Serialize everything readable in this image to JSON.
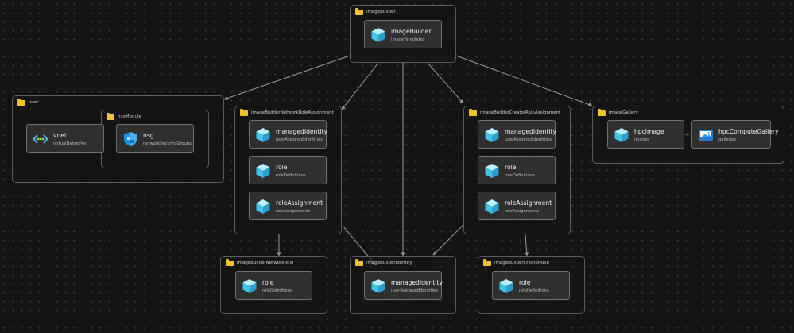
{
  "groups": [
    {
      "id": "imageBuilder",
      "label": "imageBuilder"
    },
    {
      "id": "vnet",
      "label": "vnet"
    },
    {
      "id": "nsgModule",
      "label": "nsgModule"
    },
    {
      "id": "imageBuilderNetworkRoleAssignment",
      "label": "imageBuilderNetworkRoleAssignment"
    },
    {
      "id": "imageBuilderCreatorRoleAssignment",
      "label": "imageBuilderCreatorRoleAssignment"
    },
    {
      "id": "imageGallery",
      "label": "imageGallery"
    },
    {
      "id": "imageBuilderNetworkRole",
      "label": "imageBuilderNetworkRole"
    },
    {
      "id": "imageBuilderIdentity",
      "label": "imageBuilderIdentity"
    },
    {
      "id": "imageBuilderCreatorRole",
      "label": "imageBuilderCreatorRole"
    }
  ],
  "nodes": [
    {
      "id": "n_ib",
      "group": "imageBuilder",
      "title": "imageBuilder",
      "subtitle": "imageTemplates",
      "icon": "cube-icon"
    },
    {
      "id": "n_vnet",
      "group": "vnet",
      "title": "vnet",
      "subtitle": "virtualNetworks",
      "icon": "vnet-icon"
    },
    {
      "id": "n_nsg",
      "group": "nsgModule",
      "title": "nsg",
      "subtitle": "networkSecurityGroups",
      "icon": "shield-icon"
    },
    {
      "id": "n_nra_mi",
      "group": "imageBuilderNetworkRoleAssignment",
      "title": "managedIdentity",
      "subtitle": "userAssignedIdentities",
      "icon": "cube-icon"
    },
    {
      "id": "n_nra_role",
      "group": "imageBuilderNetworkRoleAssignment",
      "title": "role",
      "subtitle": "roleDefinitions",
      "icon": "cube-icon"
    },
    {
      "id": "n_nra_ra",
      "group": "imageBuilderNetworkRoleAssignment",
      "title": "roleAssignment",
      "subtitle": "roleAssignments",
      "icon": "cube-icon"
    },
    {
      "id": "n_cra_mi",
      "group": "imageBuilderCreatorRoleAssignment",
      "title": "managedIdentity",
      "subtitle": "userAssignedIdentities",
      "icon": "cube-icon"
    },
    {
      "id": "n_cra_role",
      "group": "imageBuilderCreatorRoleAssignment",
      "title": "role",
      "subtitle": "roleDefinitions",
      "icon": "cube-icon"
    },
    {
      "id": "n_cra_ra",
      "group": "imageBuilderCreatorRoleAssignment",
      "title": "roleAssignment",
      "subtitle": "roleAssignments",
      "icon": "cube-icon"
    },
    {
      "id": "n_hpcimage",
      "group": "imageGallery",
      "title": "hpcImage",
      "subtitle": "images",
      "icon": "cube-icon"
    },
    {
      "id": "n_gallery",
      "group": "imageGallery",
      "title": "hpcComputeGallery",
      "subtitle": "galleries",
      "icon": "gallery-icon"
    },
    {
      "id": "n_nr_role",
      "group": "imageBuilderNetworkRole",
      "title": "role",
      "subtitle": "roleDefinitions",
      "icon": "cube-icon"
    },
    {
      "id": "n_id_mi",
      "group": "imageBuilderIdentity",
      "title": "managedIdentity",
      "subtitle": "userAssignedIdentities",
      "icon": "cube-icon"
    },
    {
      "id": "n_cr_role",
      "group": "imageBuilderCreatorRole",
      "title": "role",
      "subtitle": "roleDefinitions",
      "icon": "cube-icon"
    }
  ],
  "edges": [
    {
      "from": "imageBuilder",
      "to": "vnet"
    },
    {
      "from": "imageBuilder",
      "to": "imageBuilderNetworkRoleAssignment"
    },
    {
      "from": "imageBuilder",
      "to": "imageBuilderIdentity"
    },
    {
      "from": "imageBuilder",
      "to": "imageBuilderCreatorRoleAssignment"
    },
    {
      "from": "imageBuilder",
      "to": "imageGallery"
    },
    {
      "from": "imageBuilderNetworkRoleAssignment",
      "to": "imageBuilderNetworkRole"
    },
    {
      "from": "imageBuilderNetworkRoleAssignment",
      "to": "imageBuilderIdentity"
    },
    {
      "from": "imageBuilderCreatorRoleAssignment",
      "to": "imageBuilderIdentity"
    },
    {
      "from": "imageBuilderCreatorRoleAssignment",
      "to": "imageBuilderCreatorRole"
    },
    {
      "from": "n_hpcimage",
      "to": "n_gallery"
    }
  ],
  "colors": {
    "background": "#141414",
    "group_border": "#5c5c5c",
    "node_fill": "#2f2f2f",
    "node_border": "#6e6e6e",
    "edge": "#9a9a9a",
    "folder": "#f2c12e",
    "cube": "#5ad1f0",
    "shield": "#1f8fe6"
  }
}
